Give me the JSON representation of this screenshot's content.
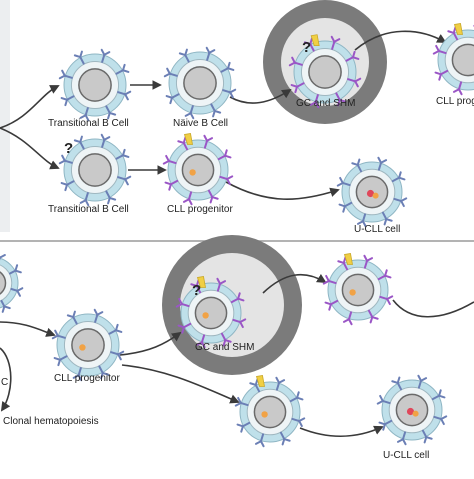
{
  "colors": {
    "background": "#ffffff",
    "left_strip": "#eceef0",
    "divider": "#9a9a9a",
    "cell_halo": "#bfe0ea",
    "cell_halo_stroke": "#8fb6c4",
    "cell_body": "#eef4f6",
    "nucleus": "#c9c9c9",
    "nucleus_stroke": "#6a6a6a",
    "receptor_blue": "#6b7fb5",
    "receptor_purple": "#9a56c6",
    "receptor_yellow": "#f0cf44",
    "orange_dot": "#f1a245",
    "red_dot": "#e0475a",
    "germinal_outer": "#7b7b7b",
    "germinal_inner": "#e4e4e4",
    "arrow": "#3a3a3a"
  },
  "top_panel": {
    "labels": {
      "transitional_b_cell_1": "Transitional B Cell",
      "naive_b_cell": "Näive B Cell",
      "gc_and_shm": "GC and SHM",
      "cll_progenitor_partial": "CLL prog",
      "transitional_b_cell_2": "Transitional B Cell",
      "cll_progenitor": "CLL progenitor",
      "u_cll_cell": "U-CLL cell"
    },
    "question_marks": [
      "?",
      "?"
    ]
  },
  "bottom_panel": {
    "labels": {
      "c_partial": "C",
      "cll_progenitor": "CLL progenitor",
      "gc_and_shm": "GC and SHM",
      "clonal_hematopoiesis": "Clonal hematopoiesis",
      "u_cll_cell": "U-CLL cell"
    },
    "question_marks": [
      "?"
    ]
  }
}
